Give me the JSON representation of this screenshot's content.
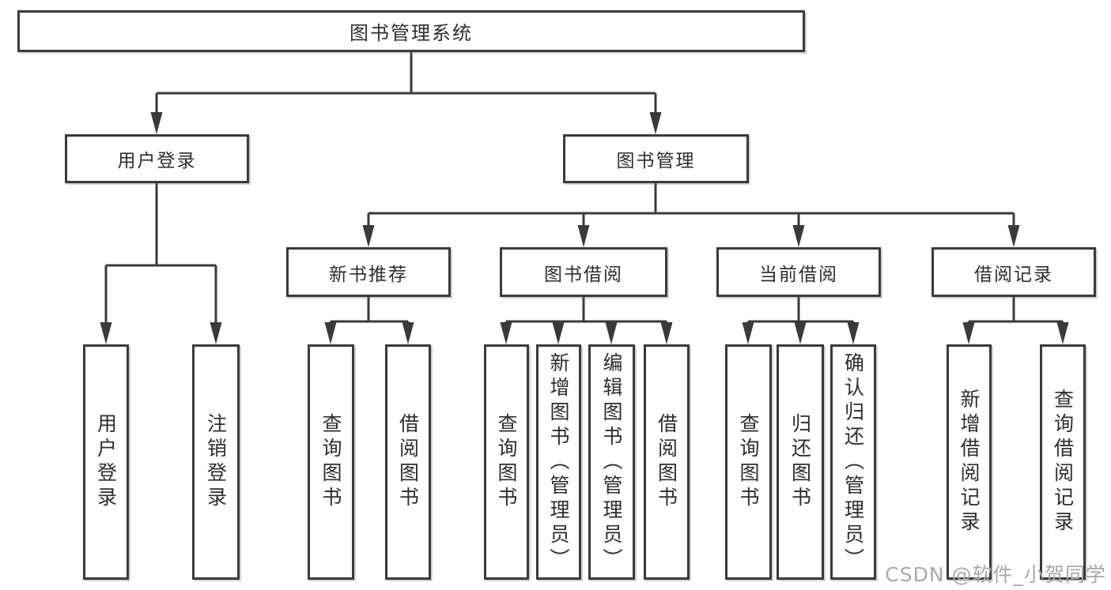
{
  "diagram_title": "图书管理系统",
  "tree": {
    "label": "图书管理系统",
    "children": [
      {
        "label": "用户登录",
        "children": [
          {
            "label": "用户登录"
          },
          {
            "label": "注销登录"
          }
        ]
      },
      {
        "label": "图书管理",
        "children": [
          {
            "label": "新书推荐",
            "children": [
              {
                "label": "查询图书"
              },
              {
                "label": "借阅图书"
              }
            ]
          },
          {
            "label": "图书借阅",
            "children": [
              {
                "label": "查询图书"
              },
              {
                "label": "新增图书（管理员）"
              },
              {
                "label": "编辑图书（管理员）"
              },
              {
                "label": "借阅图书"
              }
            ]
          },
          {
            "label": "当前借阅",
            "children": [
              {
                "label": "查询图书"
              },
              {
                "label": "归还图书"
              },
              {
                "label": "确认归还（管理员）"
              }
            ]
          },
          {
            "label": "借阅记录",
            "children": [
              {
                "label": "新增借阅记录"
              },
              {
                "label": "查询借阅记录"
              }
            ]
          }
        ]
      }
    ]
  },
  "watermark": "CSDN @软件_小贺同学",
  "colors": {
    "line": "#3a3a3a",
    "box_border": "#3a3a3a",
    "text": "#2d2d2d",
    "watermark": "#a8a8a8",
    "background": "#ffffff"
  }
}
